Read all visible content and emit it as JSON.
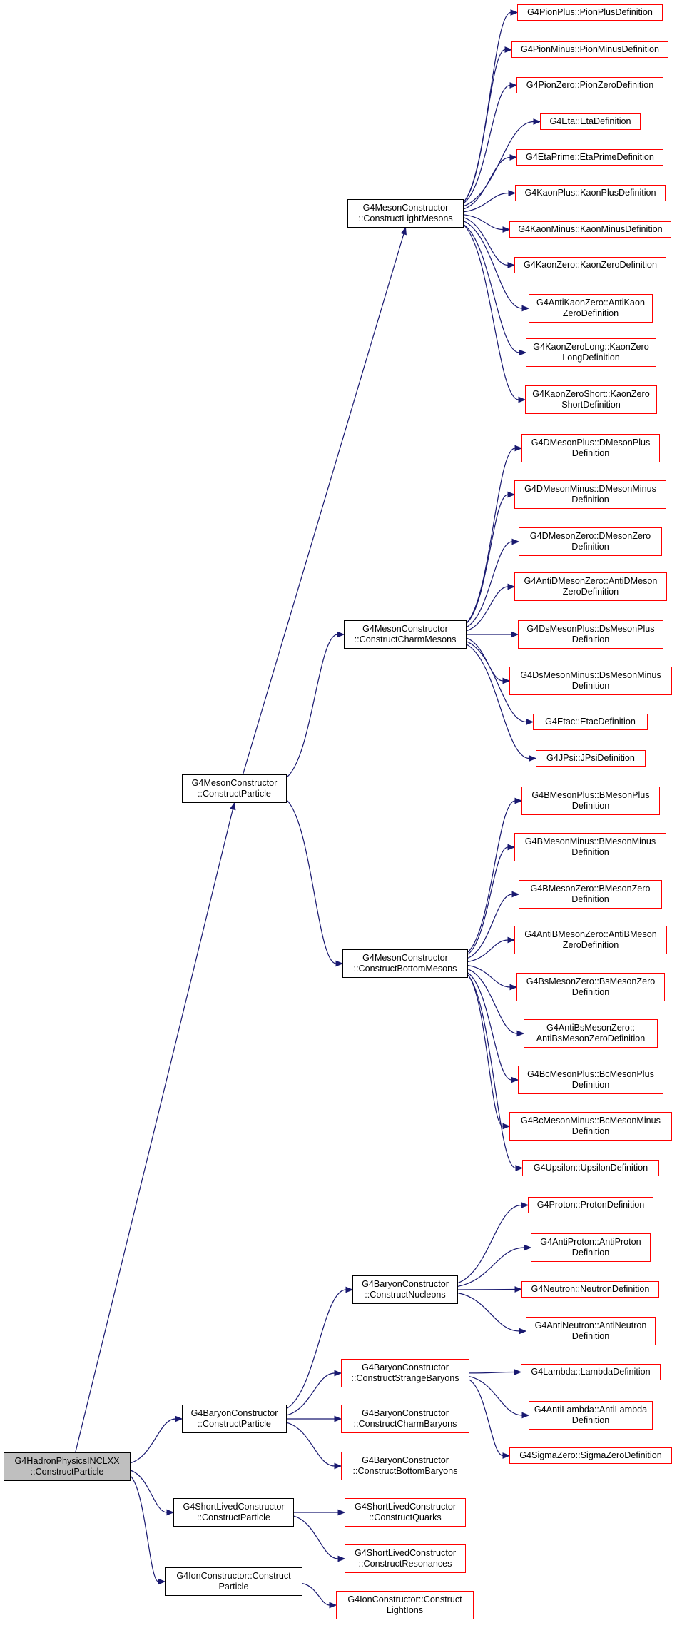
{
  "colors": {
    "edge": "#191970",
    "documented_border": "#000000",
    "undocumented_border": "#ff0000",
    "root_fill": "#bfbfbf"
  },
  "nodes": {
    "root": "G4HadronPhysicsINCLXX\n::ConstructParticle",
    "meson_cp": "G4MesonConstructor\n::ConstructParticle",
    "baryon_cp": "G4BaryonConstructor\n::ConstructParticle",
    "shortlived_cp": "G4ShortLivedConstructor\n::ConstructParticle",
    "ion_cp": "G4IonConstructor::Construct\nParticle",
    "light_mesons": "G4MesonConstructor\n::ConstructLightMesons",
    "charm_mesons": "G4MesonConstructor\n::ConstructCharmMesons",
    "bottom_mesons": "G4MesonConstructor\n::ConstructBottomMesons",
    "nucleons": "G4BaryonConstructor\n::ConstructNucleons",
    "strange_baryons": "G4BaryonConstructor\n::ConstructStrangeBaryons",
    "charm_baryons": "G4BaryonConstructor\n::ConstructCharmBaryons",
    "bottom_baryons": "G4BaryonConstructor\n::ConstructBottomBaryons",
    "quarks": "G4ShortLivedConstructor\n::ConstructQuarks",
    "resonances": "G4ShortLivedConstructor\n::ConstructResonances",
    "light_ions": "G4IonConstructor::Construct\nLightIons",
    "pion_plus": "G4PionPlus::PionPlusDefinition",
    "pion_minus": "G4PionMinus::PionMinusDefinition",
    "pion_zero": "G4PionZero::PionZeroDefinition",
    "eta": "G4Eta::EtaDefinition",
    "eta_prime": "G4EtaPrime::EtaPrimeDefinition",
    "kaon_plus": "G4KaonPlus::KaonPlusDefinition",
    "kaon_minus": "G4KaonMinus::KaonMinusDefinition",
    "kaon_zero": "G4KaonZero::KaonZeroDefinition",
    "anti_kaon_zero": "G4AntiKaonZero::AntiKaon\nZeroDefinition",
    "kaon_zero_long": "G4KaonZeroLong::KaonZero\nLongDefinition",
    "kaon_zero_short": "G4KaonZeroShort::KaonZero\nShortDefinition",
    "d_meson_plus": "G4DMesonPlus::DMesonPlus\nDefinition",
    "d_meson_minus": "G4DMesonMinus::DMesonMinus\nDefinition",
    "d_meson_zero": "G4DMesonZero::DMesonZero\nDefinition",
    "anti_d_meson_zero": "G4AntiDMesonZero::AntiDMeson\nZeroDefinition",
    "ds_meson_plus": "G4DsMesonPlus::DsMesonPlus\nDefinition",
    "ds_meson_minus": "G4DsMesonMinus::DsMesonMinus\nDefinition",
    "etac": "G4Etac::EtacDefinition",
    "jpsi": "G4JPsi::JPsiDefinition",
    "b_meson_plus": "G4BMesonPlus::BMesonPlus\nDefinition",
    "b_meson_minus": "G4BMesonMinus::BMesonMinus\nDefinition",
    "b_meson_zero": "G4BMesonZero::BMesonZero\nDefinition",
    "anti_b_meson_zero": "G4AntiBMesonZero::AntiBMeson\nZeroDefinition",
    "bs_meson_zero": "G4BsMesonZero::BsMesonZero\nDefinition",
    "anti_bs_meson_zero": "G4AntiBsMesonZero::\nAntiBsMesonZeroDefinition",
    "bc_meson_plus": "G4BcMesonPlus::BcMesonPlus\nDefinition",
    "bc_meson_minus": "G4BcMesonMinus::BcMesonMinus\nDefinition",
    "upsilon": "G4Upsilon::UpsilonDefinition",
    "proton": "G4Proton::ProtonDefinition",
    "anti_proton": "G4AntiProton::AntiProton\nDefinition",
    "neutron": "G4Neutron::NeutronDefinition",
    "anti_neutron": "G4AntiNeutron::AntiNeutron\nDefinition",
    "lambda": "G4Lambda::LambdaDefinition",
    "anti_lambda": "G4AntiLambda::AntiLambda\nDefinition",
    "sigma_zero": "G4SigmaZero::SigmaZeroDefinition"
  }
}
